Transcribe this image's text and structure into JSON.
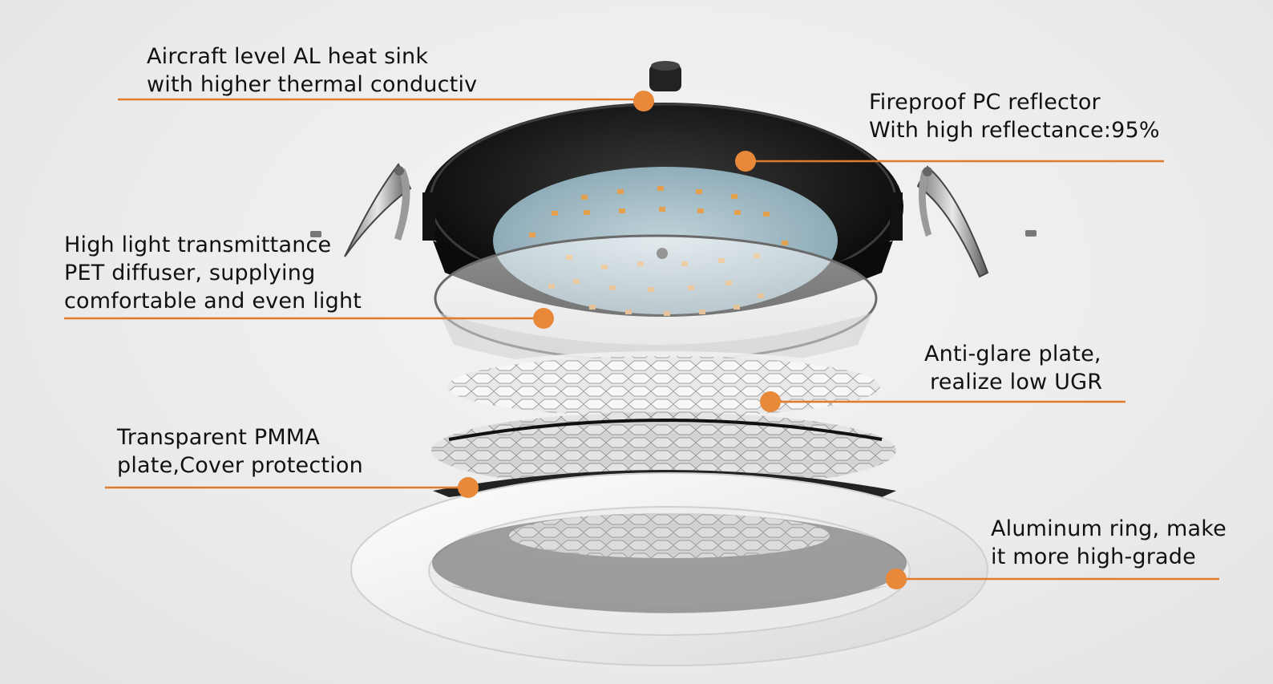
{
  "callouts": [
    {
      "id": "heat-sink",
      "lines": [
        "Aircraft level AL heat sink",
        "with higher thermal conductiv"
      ]
    },
    {
      "id": "reflector",
      "lines": [
        "Fireproof PC reflector",
        "With high reflectance:95%"
      ]
    },
    {
      "id": "diffuser",
      "lines": [
        "High light transmittance",
        "PET diffuser, supplying",
        "comfortable and even light"
      ]
    },
    {
      "id": "anti-glare",
      "lines": [
        "Anti-glare plate,",
        "realize low UGR"
      ]
    },
    {
      "id": "pmma",
      "lines": [
        "Transparent PMMA",
        "plate,Cover protection"
      ]
    },
    {
      "id": "ring",
      "lines": [
        "Aluminum ring, make",
        "it more high-grade"
      ]
    }
  ],
  "colors": {
    "accent": "#e8893a",
    "leader": "#e07b2c",
    "text": "#111111",
    "housing": "#1a1a1a",
    "led": "#e8a04a"
  }
}
